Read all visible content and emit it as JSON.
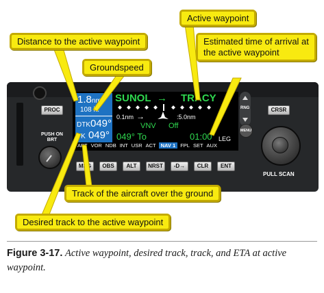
{
  "callouts": {
    "active_waypoint": "Active waypoint",
    "distance": "Distance to the active waypoint",
    "eta": "Estimated time of arrival at the active waypoint",
    "groundspeed": "Groundspeed",
    "track": "Track of the aircraft over the ground",
    "desired_track": "Desired track to the active waypoint"
  },
  "display": {
    "distance": "1.8",
    "distance_unit": "nm",
    "groundspeed": "108 kt",
    "dtk_label": "DTK",
    "dtk_value": "049°",
    "tk_label": "TK",
    "tk_value": "049°",
    "from_waypoint": "SUNOL",
    "arrow": "→",
    "to_waypoint": "TRACY",
    "cdi_left": "0.1nm",
    "cdi_arrow": "→",
    "cdi_right": ":5.0nm",
    "vnv_label": "VNV",
    "vnv_value": "Off",
    "course": "049° To",
    "eta": "01:00",
    "leg": "LEG",
    "pages": [
      "APT",
      "VOR",
      "NDB",
      "INT",
      "USR",
      "ACT",
      "NAV 1",
      "FPL",
      "SET",
      "AUX"
    ],
    "active_page": "NAV 1"
  },
  "buttons": {
    "proc": "PROC",
    "push_on": "PUSH ON",
    "brt": "BRT",
    "rng": "RNG",
    "menu": "MENU",
    "crsr": "CRSR",
    "pull_scan": "PULL SCAN",
    "bottom": [
      "MSG",
      "OBS",
      "ALT",
      "NRST",
      "-D→",
      "CLR",
      "ENT"
    ]
  },
  "caption": {
    "label": "Figure 3-17.",
    "text": "Active waypoint, desired track, track, and ETA at active waypoint."
  },
  "colors": {
    "callout_fill": "#f8ea10",
    "screen_blue": "#1e72c2",
    "screen_green": "#2fd84f"
  }
}
